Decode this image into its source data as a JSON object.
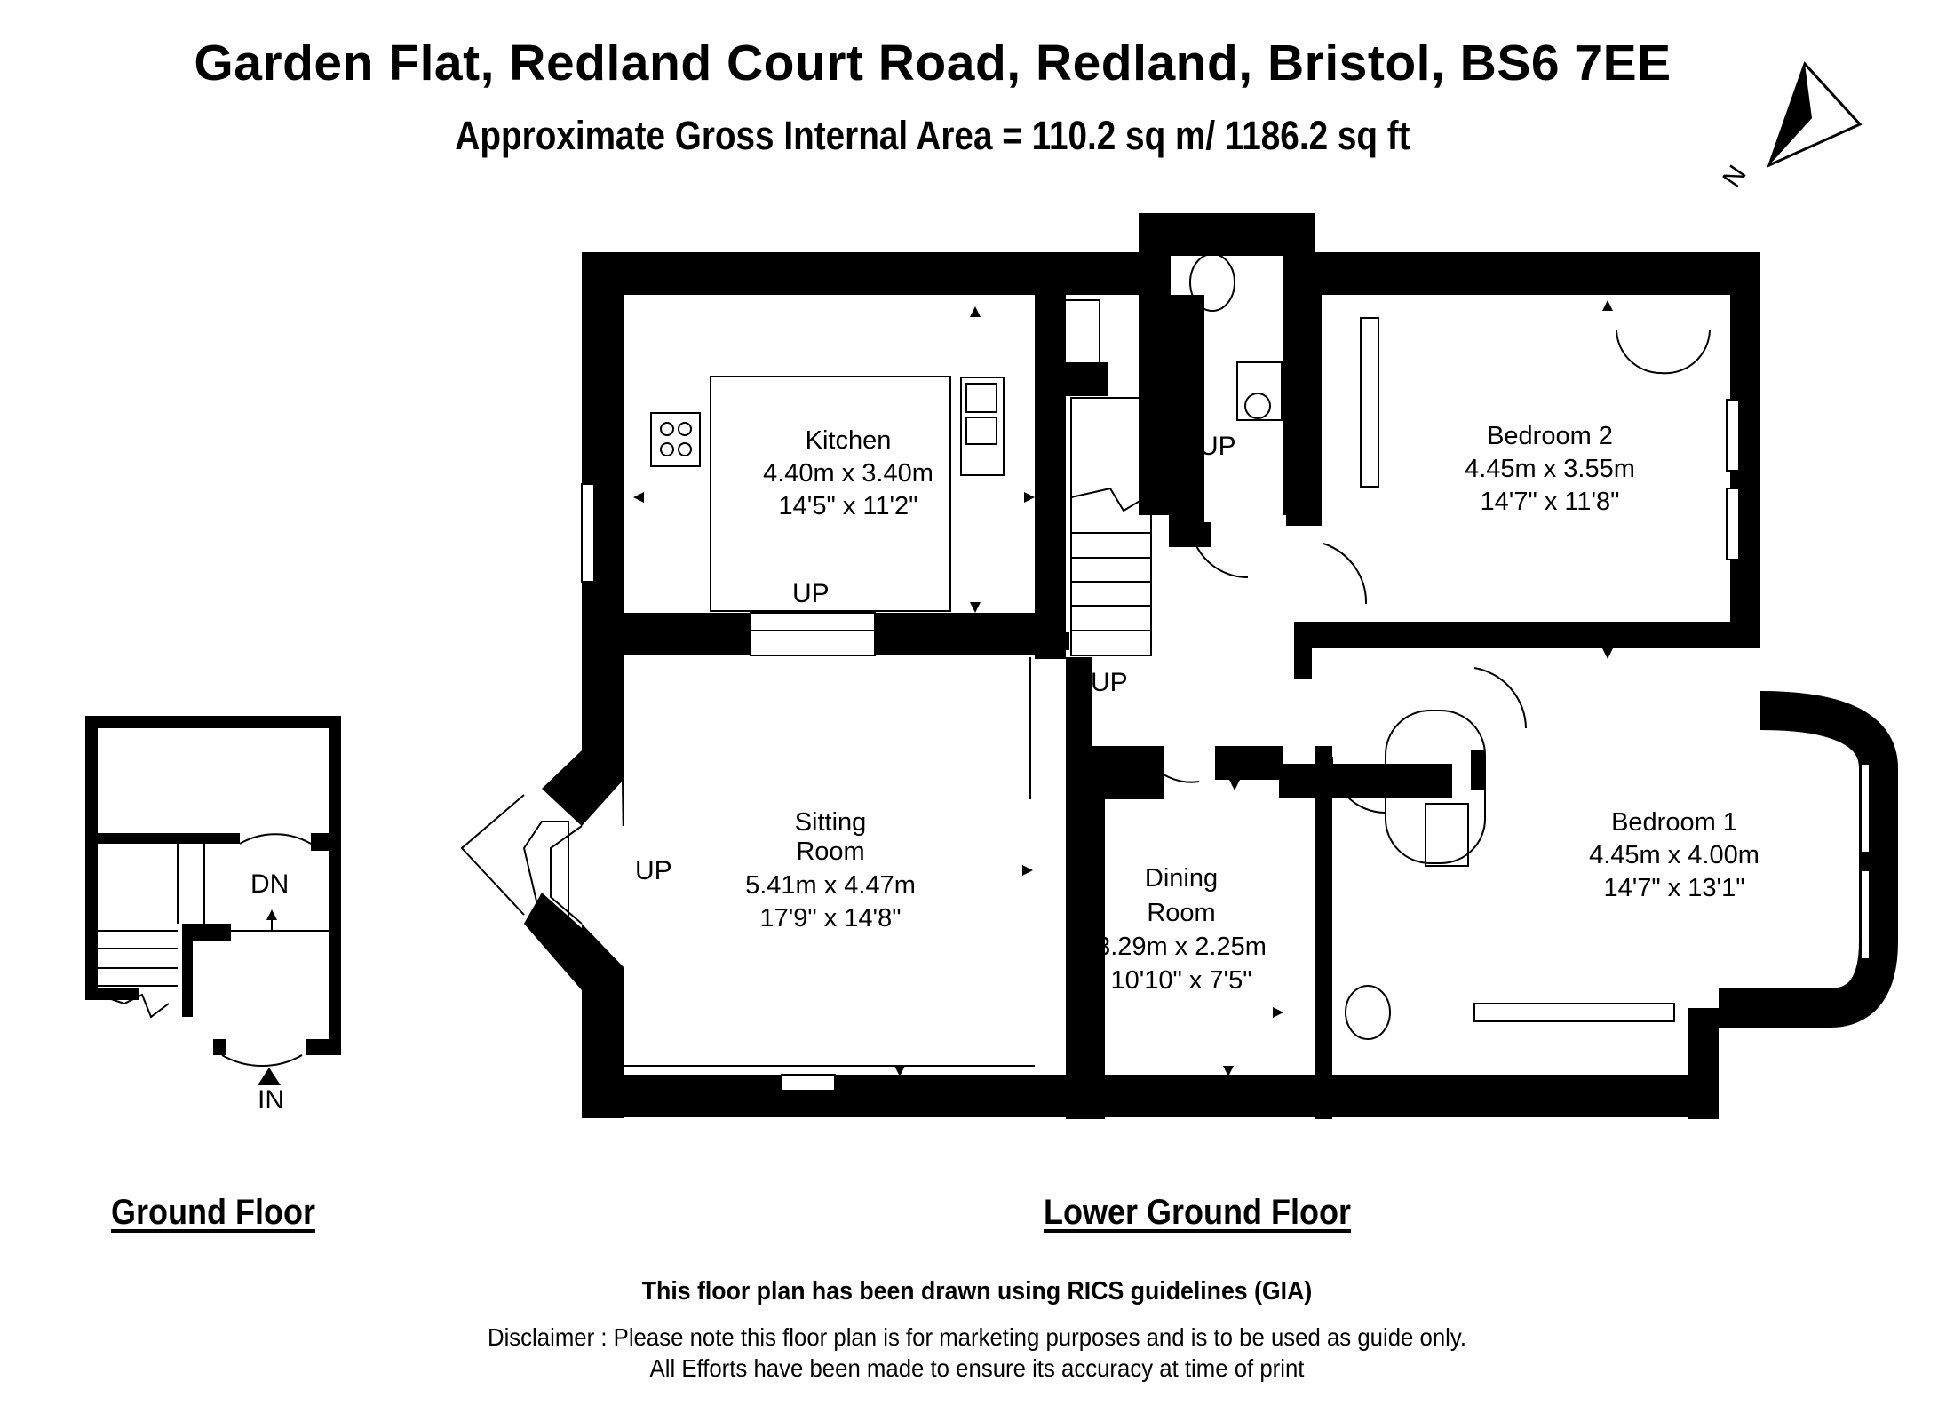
{
  "header": {
    "title": "Garden Flat, Redland Court Road, Redland, Bristol, BS6 7EE",
    "subtitle": "Approximate Gross Internal Area = 110.2 sq m/ 1186.2 sq ft"
  },
  "compass": {
    "label": "N",
    "icon": "north-arrow-icon"
  },
  "rooms": {
    "kitchen": {
      "name": "Kitchen",
      "metric": "4.40m x 3.40m",
      "imperial": "14'5\" x 11'2\""
    },
    "bedroom2": {
      "name": "Bedroom 2",
      "metric": "4.45m x 3.55m",
      "imperial": "14'7\" x 11'8\""
    },
    "sitting": {
      "name_1": "Sitting",
      "name_2": "Room",
      "metric": "5.41m x 4.47m",
      "imperial": "17'9\" x 14'8\""
    },
    "dining": {
      "name_1": "Dining",
      "name_2": "Room",
      "metric": "3.29m x 2.25m",
      "imperial": "10'10\" x 7'5\""
    },
    "bedroom1": {
      "name": "Bedroom 1",
      "metric": "4.45m x 4.00m",
      "imperial": "14'7\" x 13'1\""
    }
  },
  "stair_labels": {
    "up": "UP",
    "dn": "DN",
    "in": "IN"
  },
  "floors": {
    "ground": "Ground Floor",
    "lower": "Lower Ground Floor"
  },
  "footer": {
    "rics": "This floor plan has been drawn using RICS guidelines (GIA)",
    "disclaimer_1": "Disclaimer : Please note this floor plan is for marketing purposes and is to be used as guide only.",
    "disclaimer_2": "All Efforts have been made to ensure its accuracy at time of print"
  }
}
